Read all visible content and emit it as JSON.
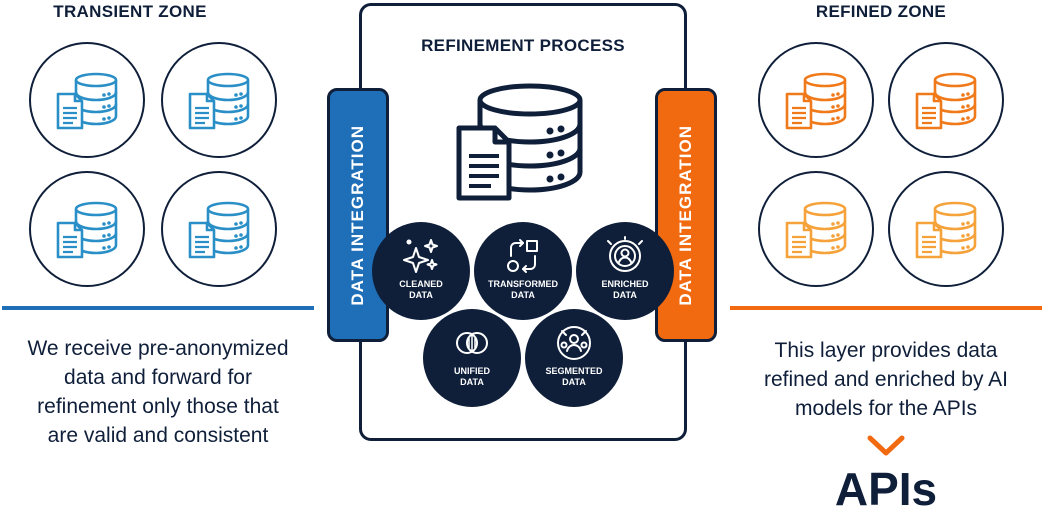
{
  "transient_zone": {
    "title": "TRANSIENT ZONE",
    "description_lines": [
      "We receive pre-anonymized",
      "data and forward for",
      "refinement only those that",
      "are valid and consistent"
    ],
    "color": "#2a8fc7",
    "rule_color": "#1e6fb8"
  },
  "refinement": {
    "title": "REFINEMENT PROCESS",
    "left_integration_label": "DATA INTEGRATION",
    "right_integration_label": "DATA INTEGRATION",
    "left_color": "#1e6fb8",
    "right_color": "#f26a10",
    "steps": [
      {
        "line1": "CLEANED",
        "line2": "DATA",
        "icon": "sparkles-icon"
      },
      {
        "line1": "TRANSFORMED",
        "line2": "DATA",
        "icon": "transform-icon"
      },
      {
        "line1": "ENRICHED",
        "line2": "DATA",
        "icon": "enriched-icon"
      },
      {
        "line1": "UNIFIED",
        "line2": "DATA",
        "icon": "unified-icon"
      },
      {
        "line1": "SEGMENTED",
        "line2": "DATA",
        "icon": "segmented-icon"
      }
    ]
  },
  "refined_zone": {
    "title": "REFINED ZONE",
    "description_lines": [
      "This layer provides data",
      "refined and enriched by AI",
      "models for the APIs"
    ],
    "color_top": "#f07a1a",
    "color_bottom": "#f5a23a",
    "rule_color": "#f26a10"
  },
  "apis": {
    "label": "APIs",
    "chevron_color": "#f26a10"
  }
}
